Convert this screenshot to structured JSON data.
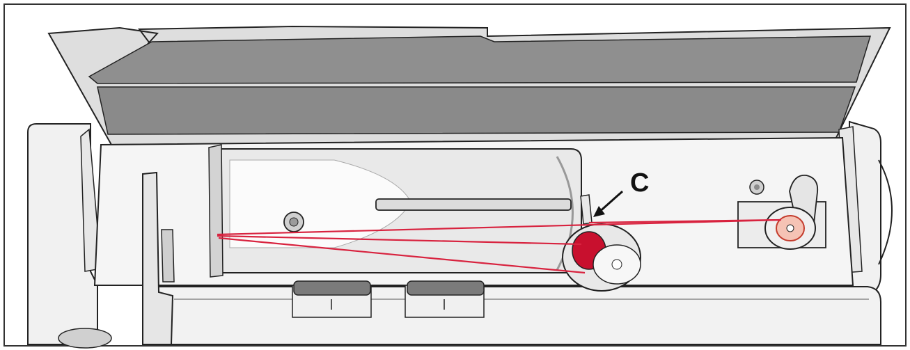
{
  "figure": {
    "subject": "sewing-machine-top-bobbin-winding",
    "callouts": [
      {
        "id": "c",
        "label": "C",
        "target": "thread-guide-slot"
      }
    ],
    "colors": {
      "thread": "#d8233f",
      "bobbin_core": "#c8102e",
      "frame_outline": "#222222",
      "panel_dark": "#8f8f8f",
      "panel_light": "#f1f1f1",
      "metal": "#d9d9d9",
      "shadow": "#bdbdbd"
    },
    "icons": [
      "screw-icon",
      "bobbin-icon",
      "spool-icon",
      "dial-icon"
    ]
  }
}
